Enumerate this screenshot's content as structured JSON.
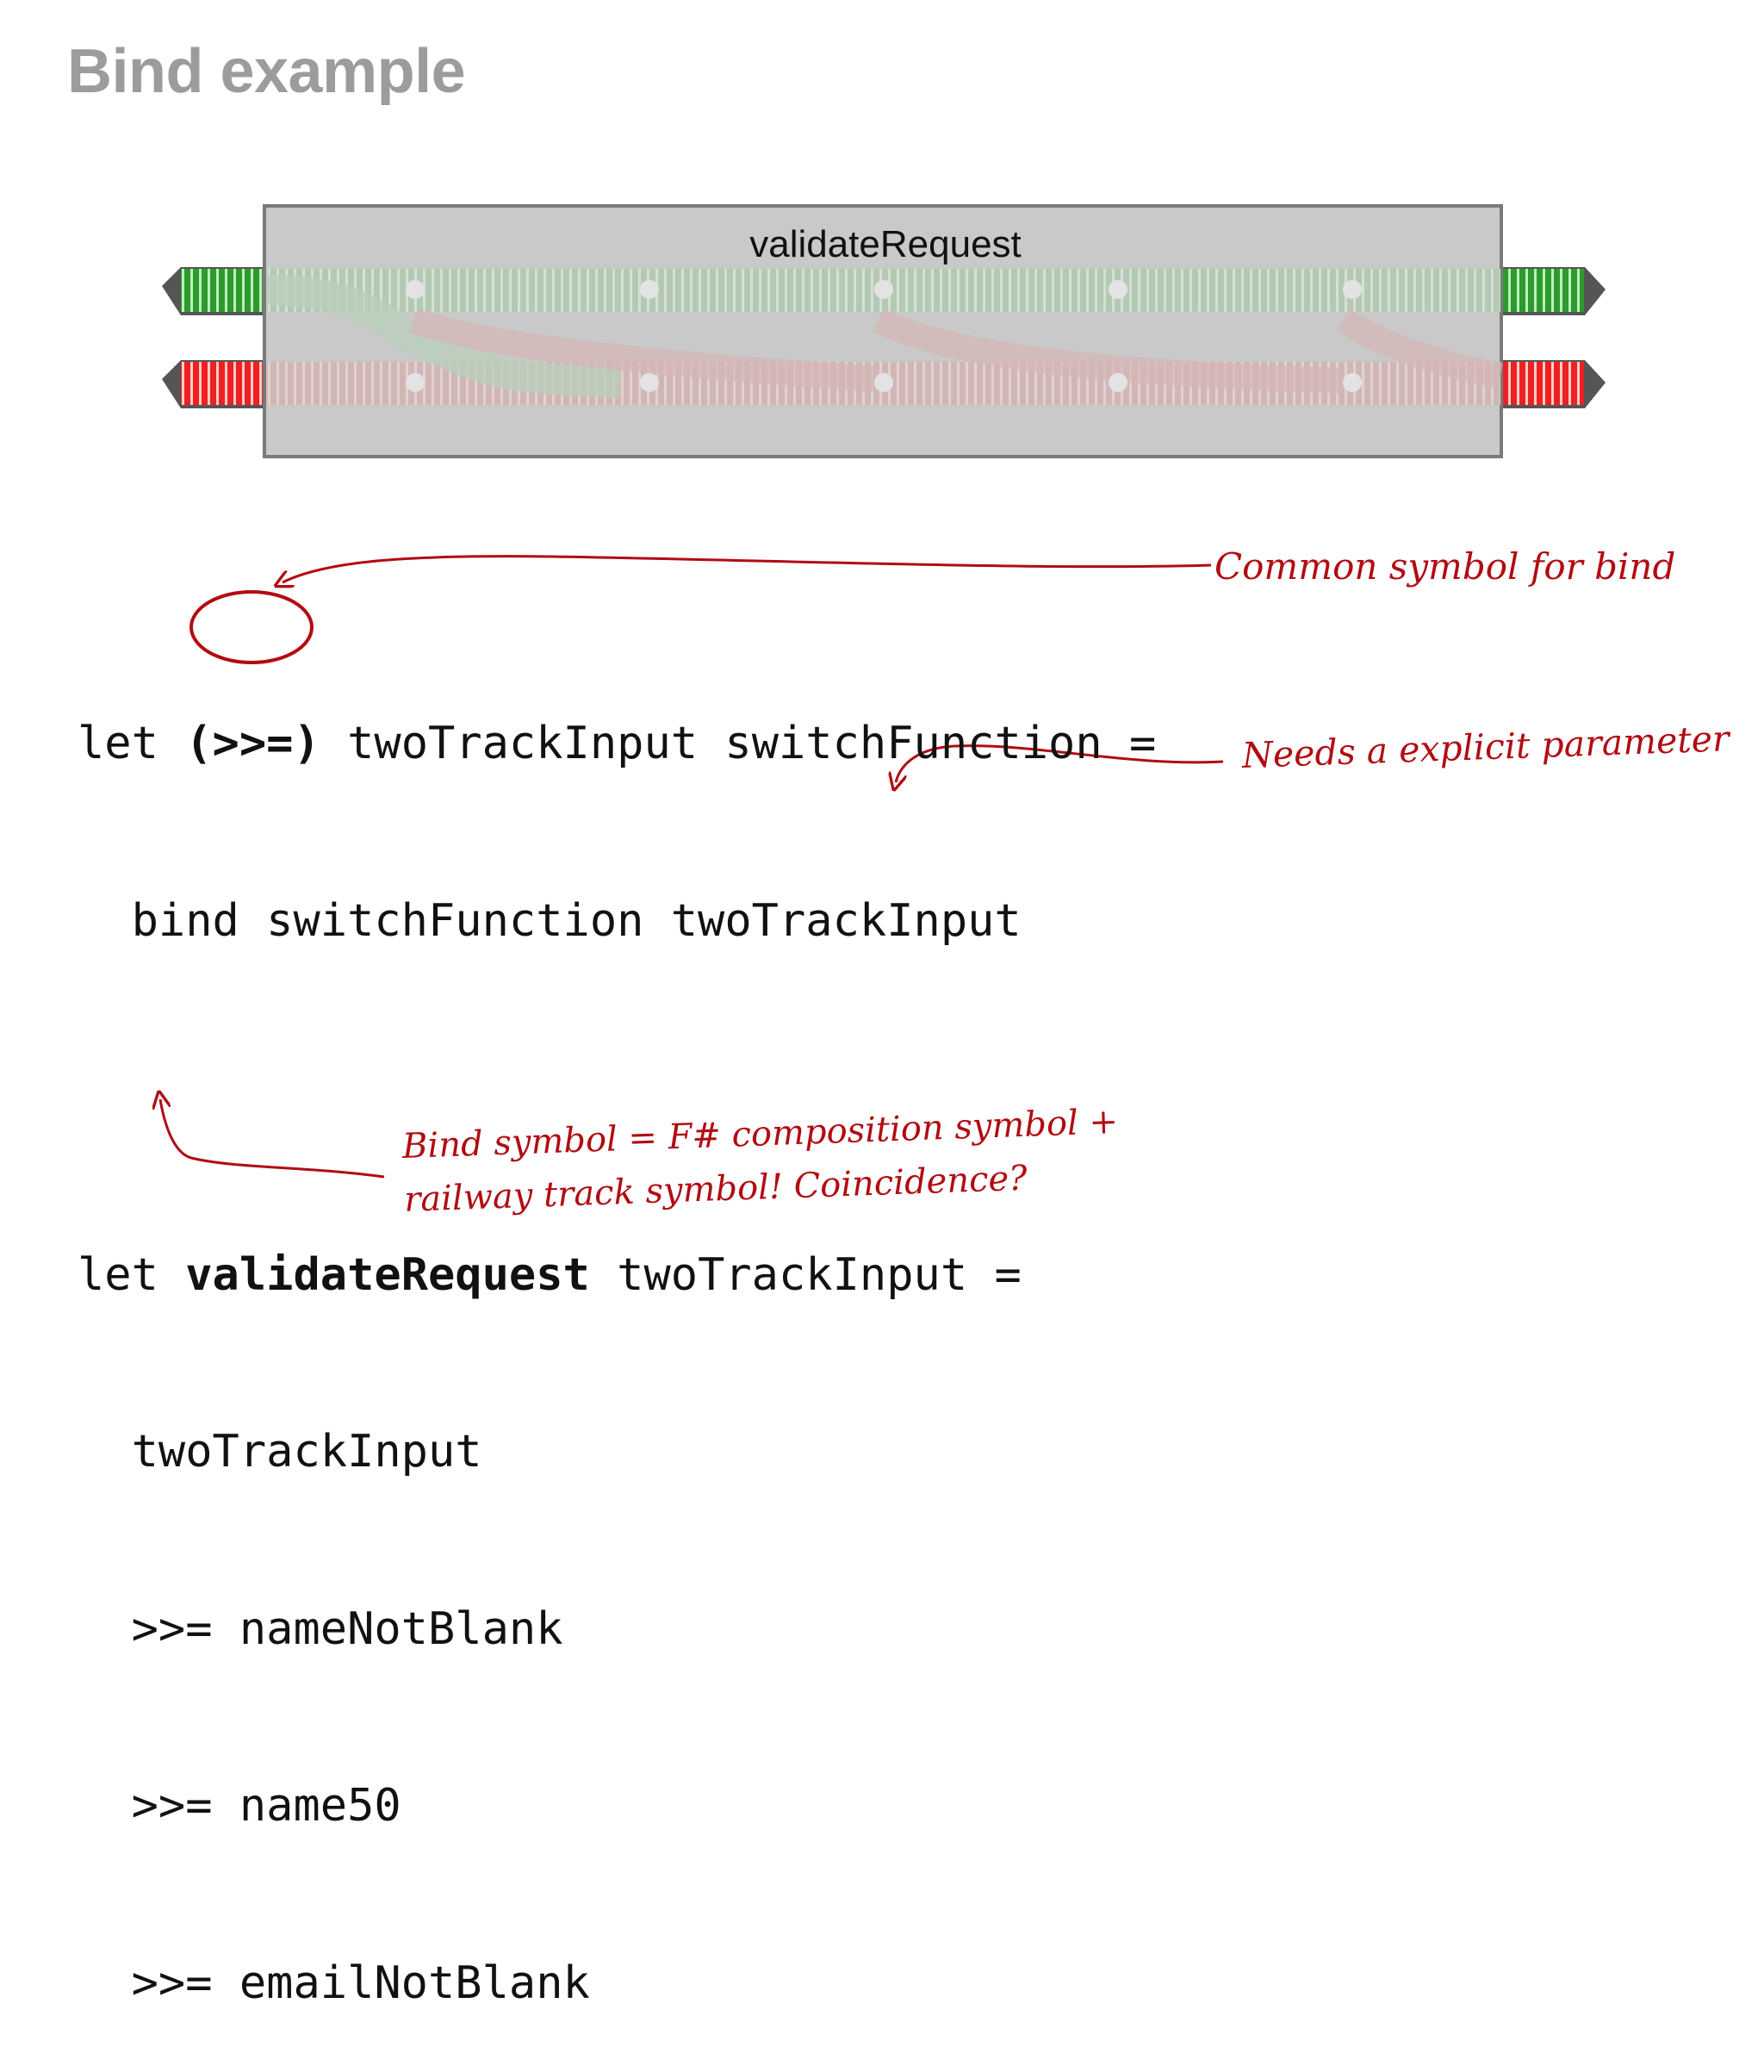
{
  "slide": {
    "title": "Bind example"
  },
  "diagram": {
    "box_label": "validateRequest"
  },
  "code": {
    "line1_kw": "let ",
    "line1_op": "(>>=)",
    "line1_rest": " twoTrackInput switchFunction =",
    "line2": "  bind switchFunction twoTrackInput",
    "line4_kw": "let ",
    "line4_name": "validateRequest",
    "line4_rest": " twoTrackInput =",
    "line5": "  twoTrackInput",
    "line6": "  >>= nameNotBlank",
    "line7": "  >>= name50",
    "line8": "  >>= emailNotBlank"
  },
  "annotations": {
    "common_symbol": "Common symbol for bind",
    "explicit_param": "Needs a explicit parameter",
    "bind_symbol_line1": "Bind symbol = F# composition symbol +",
    "bind_symbol_line2": "railway track symbol! Coincidence?"
  },
  "colors": {
    "title": "#9c9c9c",
    "annotation": "#b10c12",
    "success_track": "#1e8a1e",
    "failure_track": "#e01818",
    "box_fill": "#c9c9c9"
  }
}
